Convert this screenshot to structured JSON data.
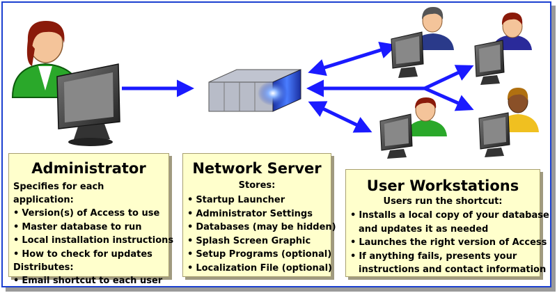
{
  "administrator": {
    "title": "Administrator",
    "specifies_label": "Specifies for each application:",
    "specifies_items": [
      "Version(s) of Access to use",
      "Master database to run",
      "Local installation instructions",
      "How to check for updates"
    ],
    "distributes_label": "Distributes:",
    "distributes_items": [
      "Email shortcut to each user"
    ]
  },
  "network_server": {
    "title": "Network Server",
    "stores_label": "Stores:",
    "items": [
      "Startup Launcher",
      "Administrator Settings",
      "Databases (may be hidden)",
      "Splash Screen Graphic",
      "Setup Programs (optional)",
      "Localization File (optional)"
    ]
  },
  "user_workstations": {
    "title": "User Workstations",
    "subtitle": "Users run the shortcut:",
    "items": [
      "Installs a local copy of your database",
      "and updates it as needed",
      "Launches the right version of Access",
      "If anything fails, presents your",
      "instructions and contact information"
    ]
  },
  "colors": {
    "frame": "#1a3fd0",
    "arrow": "#1a1aff",
    "box_fill": "#ffffcc",
    "server_glow": "#3a7bff"
  }
}
